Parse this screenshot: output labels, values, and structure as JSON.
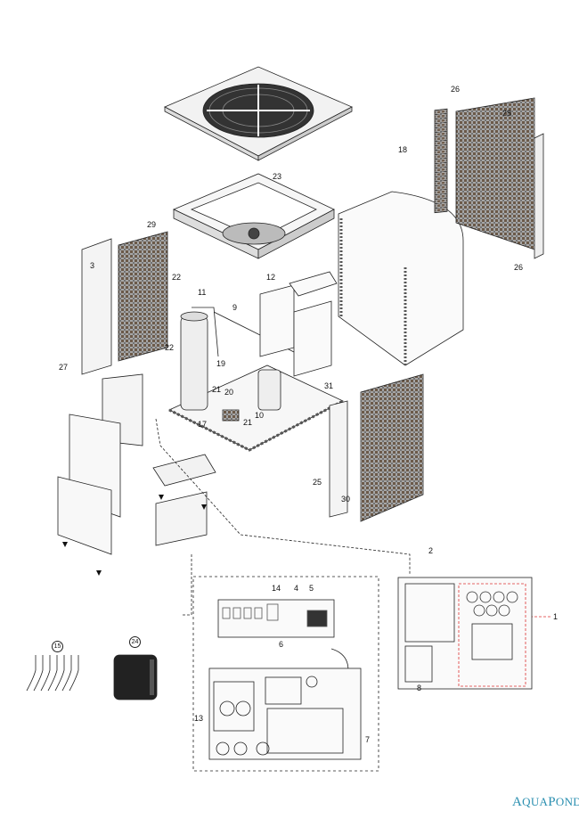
{
  "diagram": {
    "title": "Heat pump exploded parts view",
    "part_labels": {
      "p1": "1",
      "p2": "2",
      "p3": "3",
      "p4": "4",
      "p5": "5",
      "p6": "6",
      "p7": "7",
      "p8": "8",
      "p9": "9",
      "p10": "10",
      "p11": "11",
      "p12": "12",
      "p13": "13",
      "p14": "14",
      "p15": "15",
      "p17": "17",
      "p18": "18",
      "p19": "19",
      "p20": "20",
      "p21a": "21",
      "p21b": "21",
      "p22a": "22",
      "p22b": "22",
      "p23": "23",
      "p24": "24",
      "p25": "25",
      "p26a": "26",
      "p26b": "26",
      "p27": "27",
      "p28": "28",
      "p29": "29",
      "p30": "30",
      "p31": "31"
    }
  },
  "brand": {
    "logo_text_a": "A",
    "logo_text_b": "QUA",
    "logo_text_c": "P",
    "logo_text_d": "OND",
    "accent": "#2a8fb0"
  }
}
